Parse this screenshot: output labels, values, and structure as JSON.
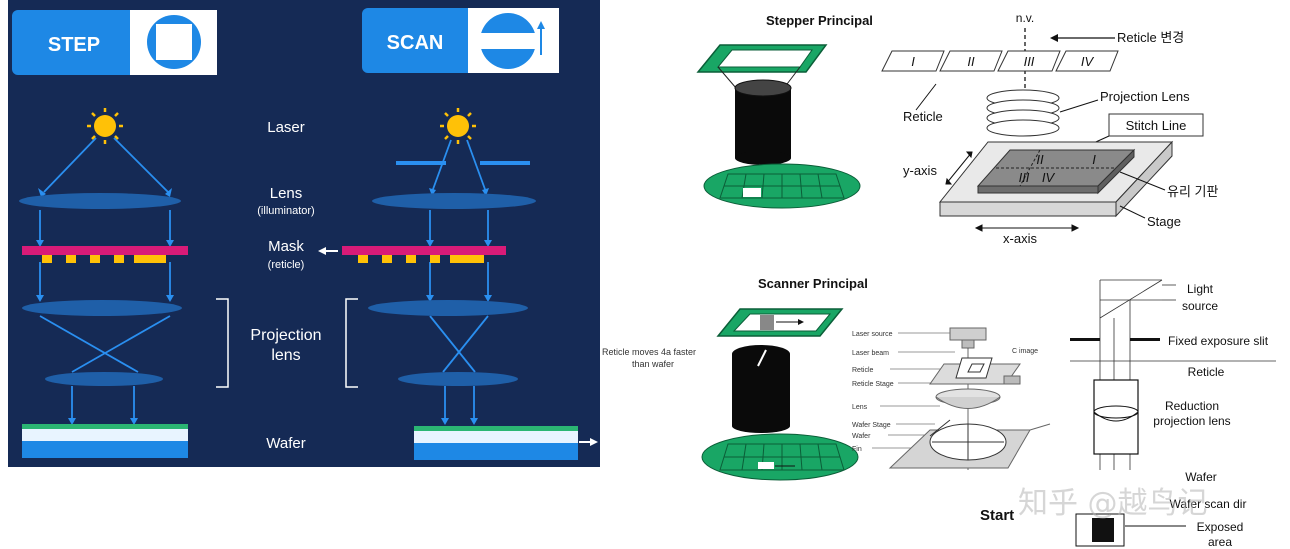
{
  "left": {
    "step_label": "STEP",
    "scan_label": "SCAN",
    "labels": {
      "laser": "Laser",
      "lens": "Lens",
      "lens_sub": "(illuminator)",
      "mask": "Mask",
      "mask_sub": "(reticle)",
      "projection_1": "Projection",
      "projection_2": "lens",
      "wafer": "Wafer"
    },
    "colors": {
      "background": "#152a55",
      "accent_blue": "#1e88e5",
      "mask_magenta": "#d81b78",
      "mask_yellow": "#ffc107",
      "wafer_green": "#2bb673",
      "wafer_blue": "#1e88e5",
      "sun": "#ffc107"
    }
  },
  "stepper": {
    "title": "Stepper Principal",
    "nv": "n.v.",
    "reticle_arrow": "Reticle 변경",
    "tiles": [
      "I",
      "II",
      "III",
      "IV"
    ],
    "reticle": "Reticle",
    "projection_lens": "Projection Lens",
    "stitch_line": "Stitch Line",
    "y_axis": "y-axis",
    "x_axis": "x-axis",
    "glass": "유리 기판",
    "stage": "Stage",
    "plate_marks": [
      "II",
      "I",
      "III",
      "IV"
    ]
  },
  "scanner": {
    "title": "Scanner Principal",
    "reticle_note_1": "Reticle moves 4a faster",
    "reticle_note_2": "than wafer",
    "parts": [
      "Laser source",
      "Laser beam",
      "Reticle",
      "Reticle Stage",
      "Lens",
      "Wafer Stage",
      "Wafer",
      "Fin"
    ],
    "c_image": "C image"
  },
  "reduction": {
    "light_1": "Light",
    "light_2": "source",
    "fixed_slit": "Fixed exposure slit",
    "reticle": "Reticle",
    "reduction_1": "Reduction",
    "reduction_2": "projection lens",
    "wafer": "Wafer",
    "wafer_dir": "Wafer scan dir",
    "start": "Start",
    "exposed_1": "Exposed",
    "exposed_2": "area"
  },
  "watermark": "知乎 @越鸟记"
}
